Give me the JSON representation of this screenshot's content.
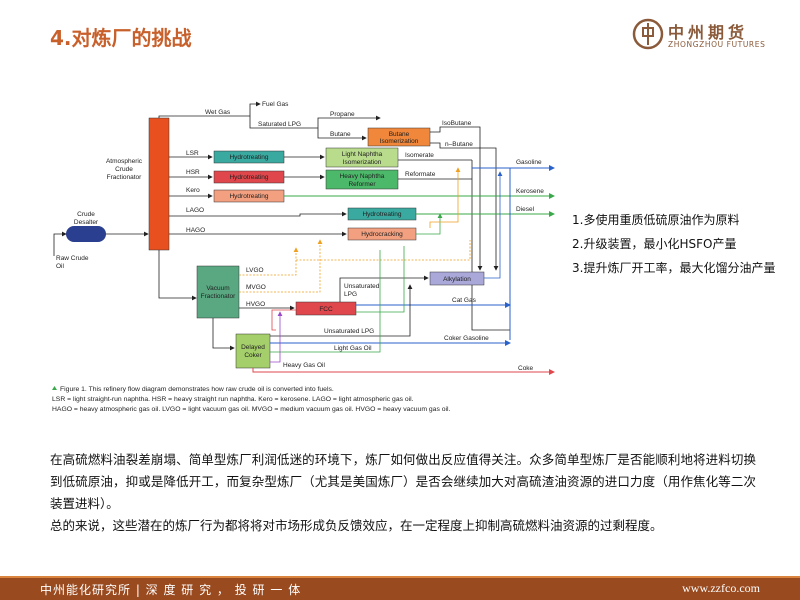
{
  "slide": {
    "title": "4.对炼厂的挑战"
  },
  "logo": {
    "cn": "中州期货",
    "en": "ZHONGZHOU FUTURES"
  },
  "diagram": {
    "labels": {
      "fuel_gas": "Fuel Gas",
      "wet_gas": "Wet Gas",
      "propane": "Propane",
      "saturated_lpg": "Saturated LPG",
      "butane": "Butane",
      "isobutane": "IsoButane",
      "n_butane": "n–Butane",
      "butane_isom": "Butane",
      "butane_isom2": "Isomerization",
      "atm_frac1": "Atmospheric",
      "atm_frac2": "Crude",
      "atm_frac3": "Fractionator",
      "lsr": "LSR",
      "hsr": "HSR",
      "kero": "Kero",
      "lago": "LAGO",
      "hago": "HAGO",
      "hydrotreating": "Hydrotreating",
      "lnaphtha1": "Light Naphtha",
      "lnaphtha2": "Isomerization",
      "hnaphtha1": "Heavy Naphtha",
      "hnaphtha2": "Reformer",
      "isomerate": "Isomerate",
      "reformate": "Reformate",
      "gasoline": "Gasoline",
      "kerosene": "Kerosene",
      "diesel": "Diesel",
      "hydrocracking": "Hydrocracking",
      "crude1": "Crude",
      "crude2": "Desalter",
      "raw_crude1": "Raw Crude",
      "raw_crude2": "Oil",
      "vac1": "Vacuum",
      "vac2": "Fractionator",
      "lvgo": "LVGO",
      "mvgo": "MVGO",
      "hvgo": "HVGO",
      "unsat_lpg_a": "Unsaturated",
      "unsat_lpg_b": "LPG",
      "alkylation": "Alkylation",
      "cat_gas": "Cat Gas",
      "fcc": "FCC",
      "unsat_lpg": "Unsaturated LPG",
      "coker_gasoline": "Coker Gasoline",
      "delayed1": "Delayed",
      "delayed2": "Coker",
      "light_gas_oil": "Light Gas Oil",
      "heavy_gas_oil": "Heavy Gas Oil",
      "coke": "Coke"
    },
    "caption": {
      "line1": "Figure 1. This refinery flow diagram demonstrates how raw crude oil is converted into fuels.",
      "line2": "LSR = light straight-run naphtha. HSR = heavy straight run naphtha. Kero = kerosene. LAGO = light atmospheric gas oil.",
      "line3": "HAGO = heavy atmospheric gas oil. LVGO = light vacuum gas oil. MVGO = medium vacuum gas oil. HVGO = heavy vacuum gas oil."
    },
    "colors": {
      "atm_frac": "#e8511f",
      "hydrotreat_teal": "#3aa9a0",
      "hydrotreat_red": "#e0474c",
      "hydrotreat_salmon": "#f2a07f",
      "light_naphtha": "#b9dc8c",
      "heavy_naphtha": "#4cb86a",
      "butane_isom": "#f0873a",
      "hydrocracking": "#f2a07f",
      "vacuum": "#5aa882",
      "fcc": "#e0474c",
      "alkylation": "#a9a8d8",
      "delayed_coker": "#a5cf6a",
      "desalter": "#2a3f8f",
      "blue_line": "#2a62c9",
      "orange_line": "#f0a020",
      "green_line": "#3aa84a",
      "red_line": "#e0474c",
      "purple_line": "#9a49c7"
    }
  },
  "points": [
    "1.多使用重质低硫原油作为原料",
    "2.升级装置，最小化HSFO产量",
    "3.提升炼厂开工率，最大化馏分油产量"
  ],
  "body": {
    "para1": "在高硫燃料油裂差崩塌、简单型炼厂利润低迷的环境下，炼厂如何做出反应值得关注。众多简单型炼厂是否能顺利地将进料切换到低硫原油，抑或是降低开工，而复杂型炼厂（尤其是美国炼厂）是否会继续加大对高硫渣油资源的进口力度（用作焦化等二次装置进料）。",
    "para2": "总的来说，这些潜在的炼厂行为都将将对市场形成负反馈效应，在一定程度上抑制高硫燃料油资源的过剩程度。"
  },
  "footer": {
    "left": "中州能化研究所 | 深 度 研 究 ， 投 研 一 体",
    "right": "www.zzfco.com"
  }
}
